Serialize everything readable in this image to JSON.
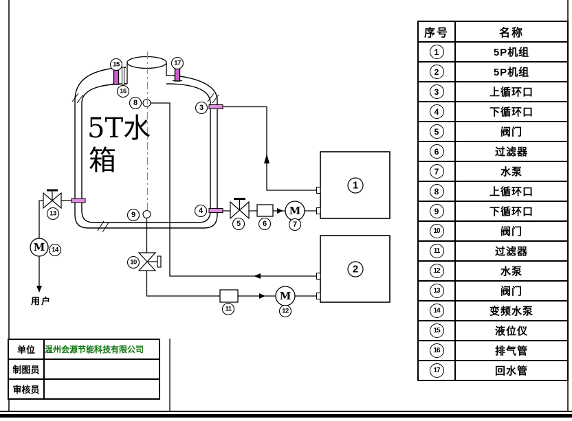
{
  "colors": {
    "line": "#000000",
    "accent_magenta": "#CC5FCC",
    "company_green": "#117511"
  },
  "legend": {
    "headers": [
      "序号",
      "名称"
    ],
    "rows": [
      [
        "1",
        "5P机组"
      ],
      [
        "2",
        "5P机组"
      ],
      [
        "3",
        "上循环口"
      ],
      [
        "4",
        "下循环口"
      ],
      [
        "5",
        "阀门"
      ],
      [
        "6",
        "过滤器"
      ],
      [
        "7",
        "水泵"
      ],
      [
        "8",
        "上循环口"
      ],
      [
        "9",
        "下循环口"
      ],
      [
        "10",
        "阀门"
      ],
      [
        "11",
        "过滤器"
      ],
      [
        "12",
        "水泵"
      ],
      [
        "13",
        "阀门"
      ],
      [
        "14",
        "变频水泵"
      ],
      [
        "15",
        "液位仪"
      ],
      [
        "16",
        "排气管"
      ],
      [
        "17",
        "回水管"
      ]
    ]
  },
  "title_block": {
    "rows": [
      {
        "label": "单位",
        "value": "温州会源节能科技有限公司"
      },
      {
        "label": "制图员",
        "value": ""
      },
      {
        "label": "审核员",
        "value": ""
      }
    ]
  },
  "diagram": {
    "tank_label_line1": "5T水",
    "tank_label_line2": "箱",
    "user_label": "用户",
    "motor_letter": "M",
    "unit1": "1",
    "unit2": "2",
    "callouts": {
      "3": "3",
      "4": "4",
      "5": "5",
      "6": "6",
      "7": "7",
      "8": "8",
      "9": "9",
      "10": "10",
      "11": "11",
      "12": "12",
      "13": "13",
      "14": "14",
      "15": "15",
      "16": "16",
      "17": "17"
    }
  }
}
